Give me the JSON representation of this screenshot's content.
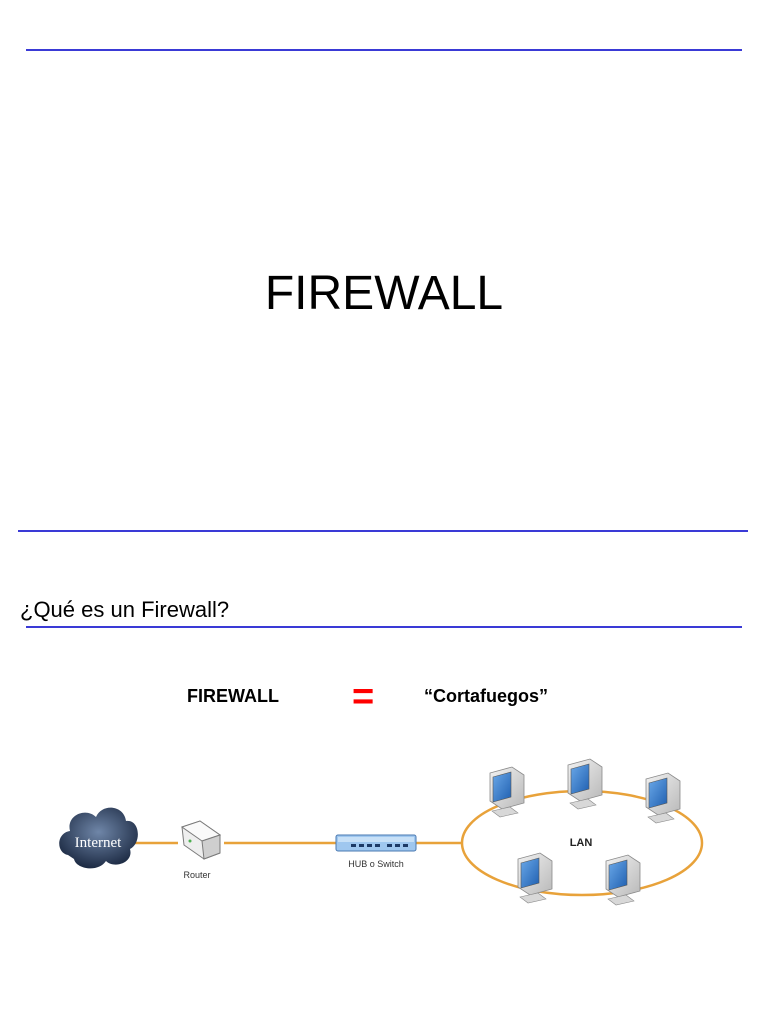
{
  "slide1": {
    "title": "FIREWALL"
  },
  "slide2": {
    "heading": "¿Qué es un Firewall?",
    "equation": {
      "left": "FIREWALL",
      "sign": "=",
      "right": "“Cortafuegos”"
    },
    "diagram": {
      "internet_label": "Internet",
      "router_label": "Router",
      "switch_label": "HUB o Switch",
      "lan_label": "LAN"
    }
  },
  "colors": {
    "rule": "#3a3ad6",
    "equals_sign": "#ff0000",
    "cable": "#e8a23a"
  }
}
